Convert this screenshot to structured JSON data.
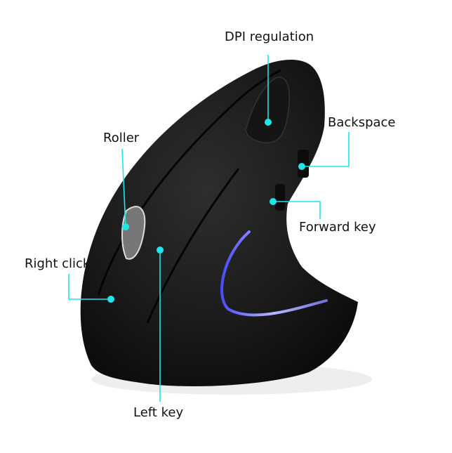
{
  "accent_color": "#1ee6e8",
  "labels": {
    "dpi": "DPI regulation",
    "backspace": "Backspace",
    "roller": "Roller",
    "forward": "Forward key",
    "right_click": "Right click",
    "left_key": "Left key"
  }
}
